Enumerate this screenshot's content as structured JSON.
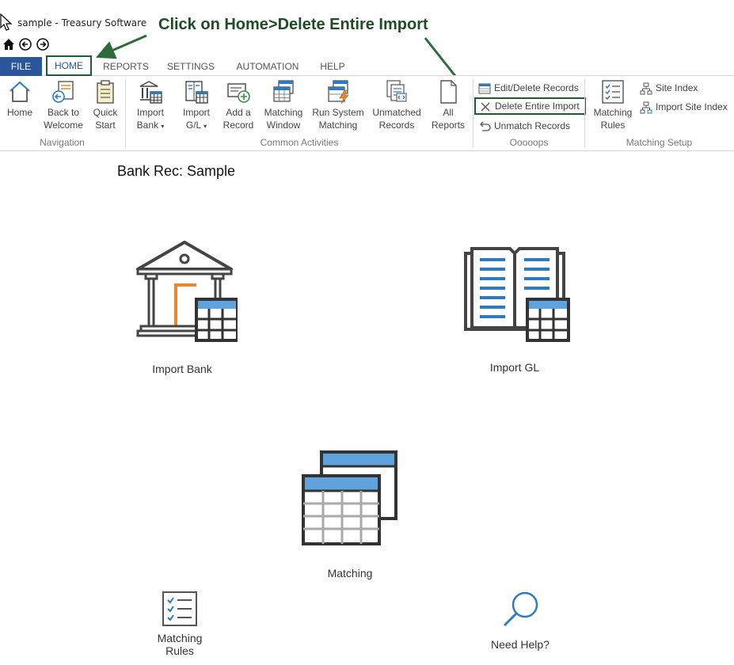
{
  "window": {
    "title": "sample - Treasury Software"
  },
  "annotation": {
    "text": "Click on Home>Delete Entire Import"
  },
  "tabs": [
    {
      "label": "FILE"
    },
    {
      "label": "HOME"
    },
    {
      "label": "REPORTS"
    },
    {
      "label": "SETTINGS"
    },
    {
      "label": "AUTOMATION"
    },
    {
      "label": "HELP"
    }
  ],
  "ribbon": {
    "navigation": {
      "group_label": "Navigation",
      "home": "Home",
      "back_to": "Back to",
      "welcome": "Welcome",
      "quick": "Quick",
      "start": "Start"
    },
    "common": {
      "group_label": "Common Activities",
      "import_bank_1": "Import",
      "import_bank_2": "Bank",
      "import_gl_1": "Import",
      "import_gl_2": "G/L",
      "add_record_1": "Add a",
      "add_record_2": "Record",
      "matching_window_1": "Matching",
      "matching_window_2": "Window",
      "run_system_1": "Run System",
      "run_system_2": "Matching",
      "unmatched_1": "Unmatched",
      "unmatched_2": "Records",
      "all_reports_1": "All",
      "all_reports_2": "Reports"
    },
    "ooops": {
      "group_label": "Ooooops",
      "edit_delete": "Edit/Delete Records",
      "delete_entire": "Delete Entire Import",
      "unmatch": "Unmatch Records"
    },
    "matching_setup": {
      "group_label": "Matching Setup",
      "matching_rules_1": "Matching",
      "matching_rules_2": "Rules",
      "site_index": "Site Index",
      "import_site_index": "Import Site Index"
    }
  },
  "main": {
    "page_title": "Bank Rec: Sample",
    "tiles": {
      "import_bank": "Import Bank",
      "import_gl": "Import GL",
      "matching": "Matching",
      "matching_rules_1": "Matching",
      "matching_rules_2": "Rules",
      "need_help": "Need Help?"
    }
  },
  "colors": {
    "accent_blue": "#2b579a",
    "annotation_green": "#1e4d25",
    "icon_blue": "#2e7bbf",
    "icon_orange": "#e8892e"
  }
}
